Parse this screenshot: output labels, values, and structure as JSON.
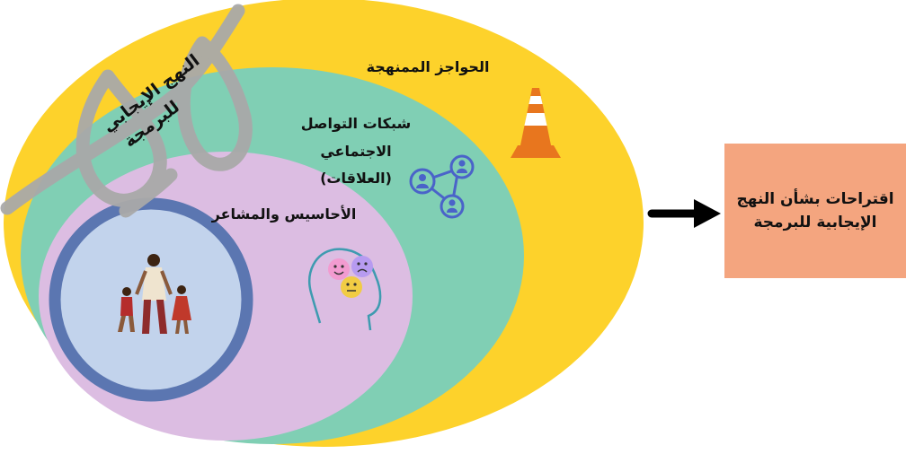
{
  "labels": {
    "outer": "الحواجز الممنهجة",
    "networks": [
      "شبكات التواصل",
      "الاجتماعي",
      "(العلاقات)"
    ],
    "feelings": "الأحاسيس والمشاعر",
    "ribbon": [
      "النهج الإيجابي",
      "للبرمجة"
    ],
    "result": [
      "اقتراحات بشأن النهج",
      "الإيجابية للبرمجة"
    ]
  },
  "icons": {
    "outer": "traffic-cone-icon",
    "networks": "social-network-icon",
    "feelings": "head-emotions-icon",
    "inner": "family-walking-icon",
    "ribbon": "ribbon-icon",
    "arrow": "arrow-right-icon"
  },
  "colors": {
    "outer_fill": "#fdd22b",
    "middle_fill": "#80cfb4",
    "feelings_fill": "#dcbde2",
    "inner_fill": "#c2d3ec",
    "inner_ring": "#5b76b1",
    "result_fill": "#f4a57f",
    "ribbon": "#a9a9a9",
    "cone": "#e8761e",
    "network": "#4a63c9",
    "happy_face": "#f29bd0",
    "neutral_face": "#f1cc44",
    "sad_face": "#b79bf0",
    "head_outline": "#3e9bb0"
  }
}
